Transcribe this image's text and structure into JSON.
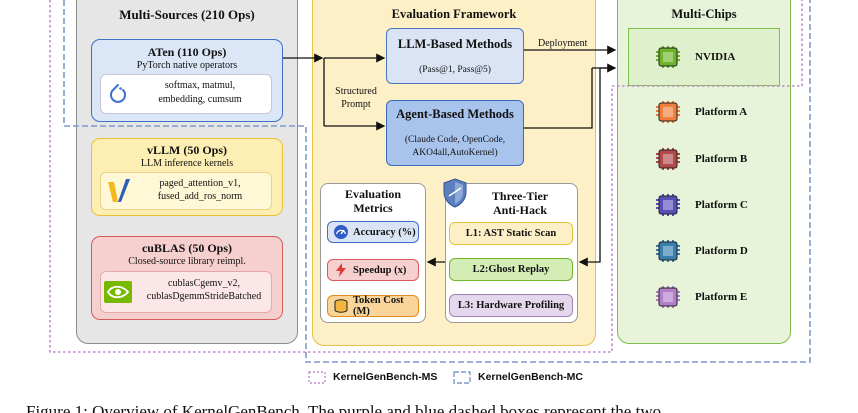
{
  "multi_sources": {
    "title": "Multi-Sources (210 Ops)",
    "aten": {
      "title": "ATen (110 Ops)",
      "subtitle": "PyTorch native operators",
      "ops_line1": "softmax, matmul,",
      "ops_line2": "embedding, cumsum",
      "icon": "pytorch-icon"
    },
    "vllm": {
      "title": "vLLM (50 Ops)",
      "subtitle": "LLM inference kernels",
      "ops_line1": "paged_attention_v1,",
      "ops_line2": "fused_add_ros_norm",
      "icon": "vllm-logo-icon"
    },
    "cublas": {
      "title": "cuBLAS (50 Ops)",
      "subtitle": "Closed-source library reimpl.",
      "ops_line1": "cublasCgemv_v2,",
      "ops_line2": "cublasDgemmStrideBatched",
      "icon": "nvidia-logo-icon"
    }
  },
  "evaluation_framework": {
    "title": "Evaluation Framework",
    "structured_prompt_line1": "Structured",
    "structured_prompt_line2": "Prompt",
    "llm_methods": {
      "title": "LLM-Based Methods",
      "detail": "(Pass@1, Pass@5)"
    },
    "agent_methods": {
      "title": "Agent-Based Methods",
      "detail_line1": "(Claude Code, OpenCode,",
      "detail_line2": "AKO4all,AutoKernel)"
    },
    "deployment_label": "Deployment",
    "metrics": {
      "title_line1": "Evaluation",
      "title_line2": "Metrics",
      "items": [
        {
          "label": "Accuracy (%)",
          "icon": "gauge-icon",
          "color": "#2f5cc7"
        },
        {
          "label": "Speedup (x)",
          "icon": "lightning-icon",
          "color": "#e03a3a"
        },
        {
          "label": "Token Cost (M)",
          "icon": "coins-icon",
          "color": "#e08a1e"
        }
      ]
    },
    "anti_hack": {
      "title_line1": "Three-Tier",
      "title_line2": "Anti-Hack",
      "icon": "shield-icon",
      "tiers": [
        {
          "label": "L1: AST Static Scan"
        },
        {
          "label": "L2:Ghost Replay"
        },
        {
          "label": "L3: Hardware Profiling"
        }
      ]
    }
  },
  "multi_chips": {
    "title": "Multi-Chips",
    "platforms": [
      {
        "label": "NVIDIA",
        "color": "#6fb52c",
        "icon": "chip-icon"
      },
      {
        "label": "Platform A",
        "color": "#f07f3c",
        "icon": "chip-icon"
      },
      {
        "label": "Platform B",
        "color": "#b34a4a",
        "icon": "chip-icon"
      },
      {
        "label": "Platform C",
        "color": "#5a4fb8",
        "icon": "chip-icon"
      },
      {
        "label": "Platform D",
        "color": "#3a7fb0",
        "icon": "chip-icon"
      },
      {
        "label": "Platform E",
        "color": "#b37fc9",
        "icon": "chip-icon"
      }
    ]
  },
  "legend": {
    "ms": "KernelGenBench-MS",
    "mc": "KernelGenBench-MC"
  },
  "caption_fragment": "Figure 1: Overview of KernelGenBench. The purple and blue dashed boxes represent the two"
}
